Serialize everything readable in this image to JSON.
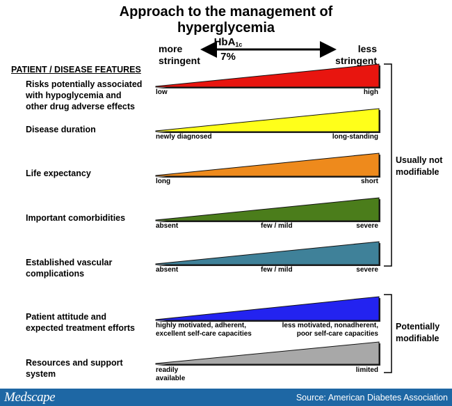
{
  "title": "Approach to the management of hyperglycemia",
  "scale": {
    "left_label_1": "more",
    "left_label_2": "stringent",
    "center_label_main": "HbA",
    "center_label_sub": "1c",
    "center_value": "7%",
    "right_label_1": "less",
    "right_label_2": "stringent"
  },
  "features_heading": "PATIENT / DISEASE FEATURES",
  "rows": [
    {
      "feature_lines": [
        "Risks potentially associated",
        "with hypoglycemia and",
        "other drug adverse effects"
      ],
      "color": "#e8150f",
      "labels": {
        "left": "low",
        "right": "high"
      }
    },
    {
      "feature_lines": [
        "Disease duration"
      ],
      "color": "#ffff1a",
      "labels": {
        "left": "newly diagnosed",
        "right": "long-standing"
      }
    },
    {
      "feature_lines": [
        "Life expectancy"
      ],
      "color": "#ee8a1c",
      "labels": {
        "left": "long",
        "right": "short"
      }
    },
    {
      "feature_lines": [
        "Important comorbidities"
      ],
      "color": "#4b7d1b",
      "labels": {
        "left": "absent",
        "mid": "few / mild",
        "right": "severe"
      }
    },
    {
      "feature_lines": [
        "Established vascular",
        "complications"
      ],
      "color": "#3f8199",
      "labels": {
        "left": "absent",
        "mid": "few / mild",
        "right": "severe"
      }
    },
    {
      "feature_lines": [
        "Patient attitude and",
        "expected treatment efforts"
      ],
      "color": "#2323f0",
      "labels": {
        "left_lines": [
          "highly motivated, adherent,",
          "excellent self-care capacities"
        ],
        "right_lines": [
          "less motivated, nonadherent,",
          "poor self-care capacities"
        ]
      }
    },
    {
      "feature_lines": [
        "Resources and support",
        "system"
      ],
      "color": "#a8a8a8",
      "labels": {
        "left_lines": [
          "readily",
          "available"
        ],
        "right": "limited"
      }
    }
  ],
  "groups": {
    "not_modifiable": [
      "Usually not",
      "modifiable"
    ],
    "modifiable": [
      "Potentially",
      "modifiable"
    ]
  },
  "footer": {
    "brand": "Medscape",
    "source": "Source: American Diabetes Association",
    "color": "#1e67a4"
  }
}
